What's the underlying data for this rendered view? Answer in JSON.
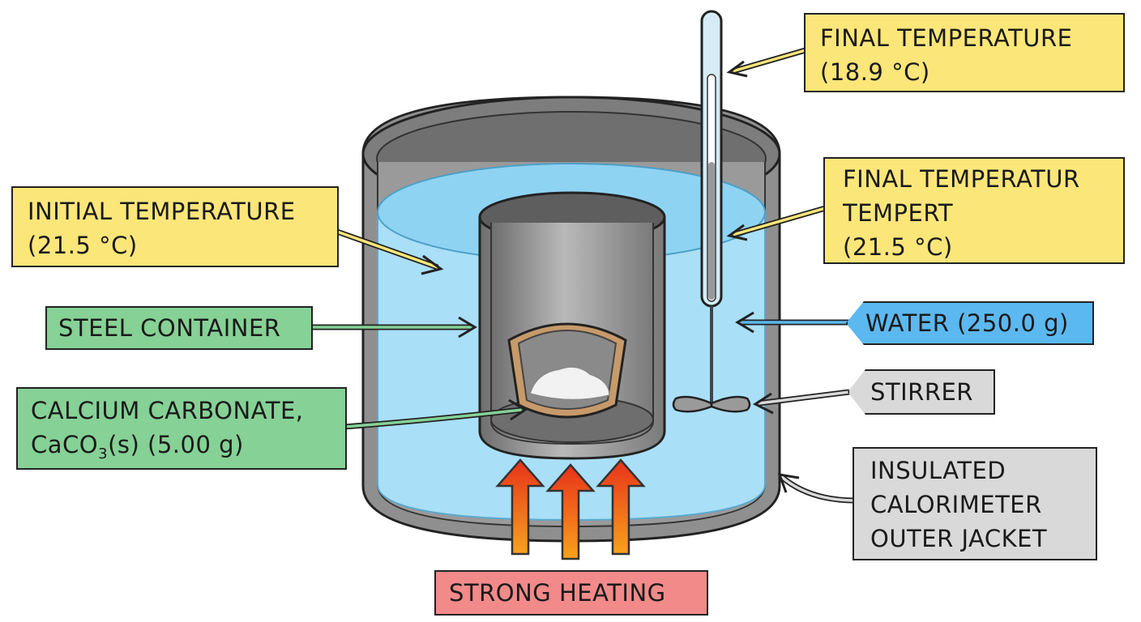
{
  "labels": {
    "final_temp_top": {
      "line1": "FINAL TEMPERATURE",
      "line2": "(18.9 °C)"
    },
    "final_temp_mid": {
      "line1": "FINAL TEMPERATUR",
      "line2": "TEMPERT",
      "line3": "(21.5 °C)"
    },
    "initial_temp": {
      "line1": "INITIAL TEMPERATURE",
      "line2": "(21.5 °C)"
    },
    "steel_container": "STEEL CONTAINER",
    "water": "WATER (250.0 g)",
    "calcium_carbonate": {
      "line1": "CALCIUM CARBONATE,",
      "formula_pre": "CaCO",
      "formula_sub": "3",
      "formula_post": "(s) (5.00 g)"
    },
    "stirrer": "STIRRER",
    "insulated": {
      "line1": "INSULATED",
      "line2": "CALORIMETER",
      "line3": "OUTER JACKET"
    },
    "heating": "STRONG HEATING"
  },
  "colors": {
    "yellow_label": "#fbe67a",
    "green_label": "#86d196",
    "blue_label": "#5cb8f0",
    "grey_label": "#d9d9d9",
    "red_label": "#f28a8a",
    "water": "#a9dff7",
    "steel": "#8f8f8f",
    "flame_top": "#e8321a",
    "flame_bottom": "#f7a21c"
  }
}
